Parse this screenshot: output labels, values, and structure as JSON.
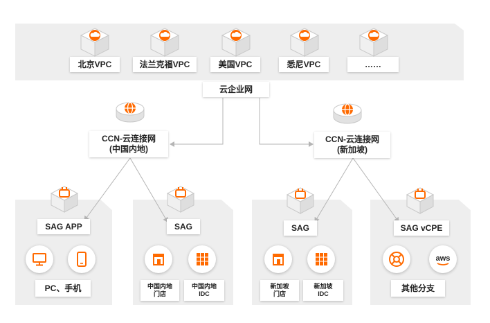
{
  "regions": {
    "beijing": "北京VPC",
    "frankfurt": "法兰克福VPC",
    "us": "美国VPC",
    "sydney": "悉尼VPC",
    "more": "……"
  },
  "cen_label": "云企业网",
  "ccn_china": "CCN-云连接网\n(中国内地)",
  "ccn_singapore": "CCN-云连接网\n(新加坡)",
  "sag_app": "SAG APP",
  "sag_china": "SAG",
  "sag_singapore": "SAG",
  "sag_vcpe": "SAG vCPE",
  "pc_phone": "PC、手机",
  "china_store": "中国内地\n门店",
  "china_idc": "中国内地\nIDC",
  "sg_store": "新加坡\n门店",
  "sg_idc": "新加坡\nIDC",
  "other_branch": "其他分支",
  "aws_text": "aws",
  "colors": {
    "accent": "#ff6a00",
    "line": "#b5b5b5",
    "panel": "#eeeeee"
  }
}
